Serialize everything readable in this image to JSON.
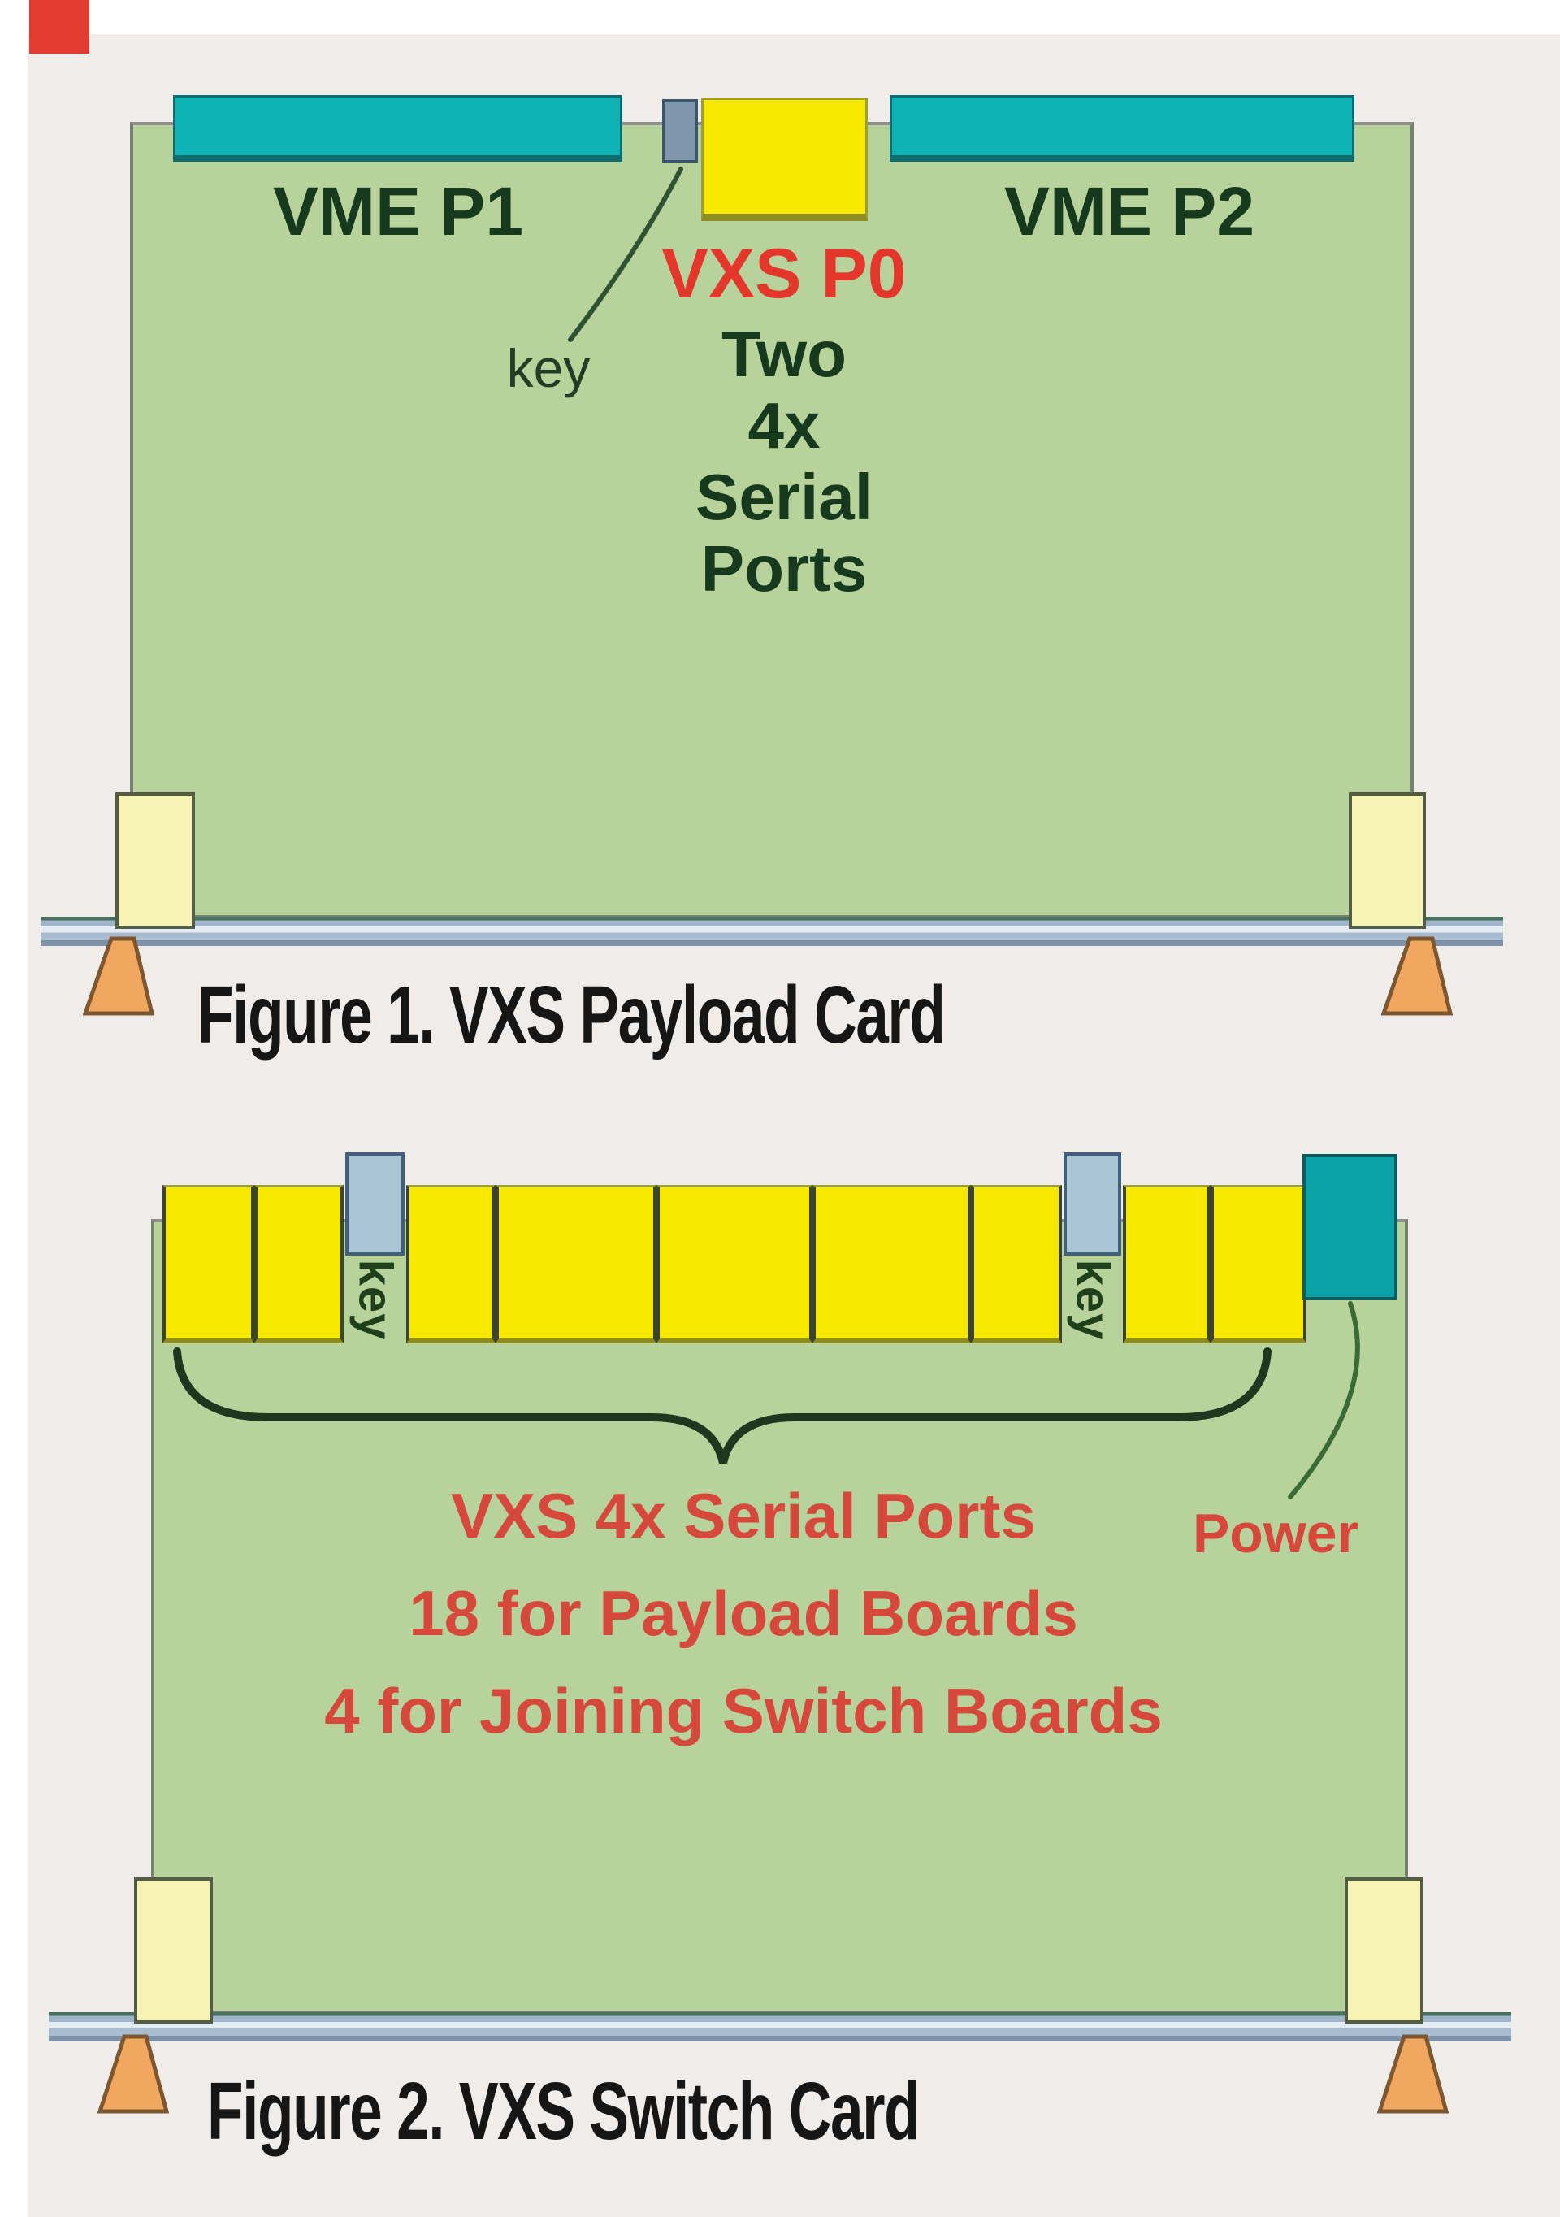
{
  "colors": {
    "page-bg": "#efecea",
    "accent-red": "#e23b30",
    "card-green": "#b7d29a",
    "card-border": "#75806f",
    "teal": "#0cb2b4",
    "teal-border": "#0e6b6e",
    "power-teal": "#0aa2a6",
    "power-border": "#0a5c60",
    "yellow": "#f7e800",
    "yellow-edge": "#9e9e35",
    "yellow-edge-dark": "#8d8d22",
    "divider": "#3a4430",
    "key-gray": "#7f96ab",
    "key-gray-border": "#39566f",
    "key-blue": "#abc5d6",
    "key-blue-border": "#41607c",
    "dark-green-text": "#17391d",
    "red-text": "#d5483b",
    "vxs-red": "#e4372c",
    "caption-black": "#161616",
    "line-green": "#2f5233",
    "rail-silver": "#a9bcd0",
    "ejector-yellow": "#f6f3b4",
    "ejector-border": "#535d45",
    "foot-orange": "#f2a761",
    "foot-border": "#7c5730"
  },
  "figure1": {
    "caption": "Figure 1. VXS Payload Card",
    "vme_p1": "VME P1",
    "vme_p2": "VME P2",
    "vxs_p0": "VXS P0",
    "key_label": "key",
    "port_lines": [
      "Two",
      "4x",
      "Serial",
      "Ports"
    ]
  },
  "figure2": {
    "caption": "Figure 2. VXS Switch Card",
    "key_label": "key",
    "power_label": "Power",
    "annotation_lines": [
      "VXS 4x Serial Ports",
      "18 for Payload Boards",
      "4 for Joining Switch Boards"
    ]
  }
}
